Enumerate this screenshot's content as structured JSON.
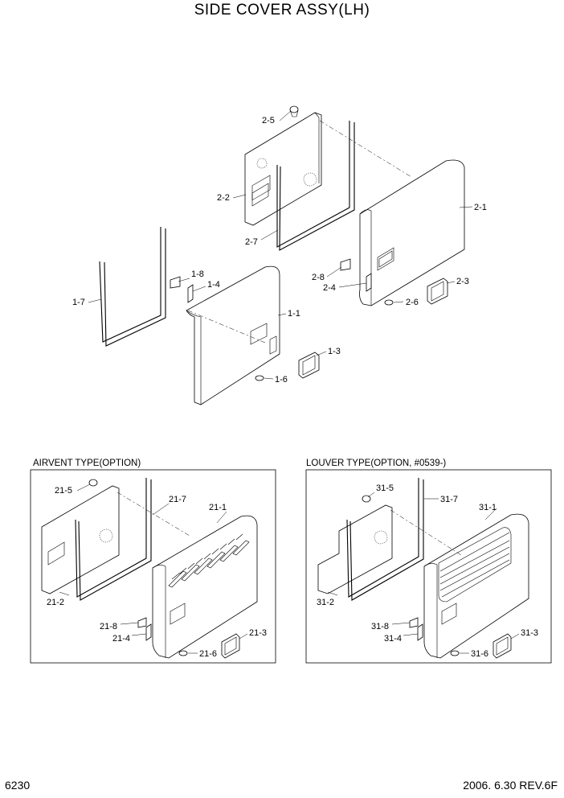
{
  "title": "SIDE COVER ASSY(LH)",
  "footer": {
    "page_code": "6230",
    "revision": "2006. 6.30  REV.6F"
  },
  "airvent": {
    "caption": "AIRVENT TYPE(OPTION)",
    "labels": {
      "p21_5": "21-5",
      "p21_7": "21-7",
      "p21_1": "21-1",
      "p21_2": "21-2",
      "p21_8": "21-8",
      "p21_4": "21-4",
      "p21_3": "21-3",
      "p21_6": "21-6"
    }
  },
  "louver": {
    "caption": "LOUVER TYPE(OPTION, #0539-)",
    "labels": {
      "p31_5": "31-5",
      "p31_7": "31-7",
      "p31_1": "31-1",
      "p31_2": "31-2",
      "p31_8": "31-8",
      "p31_4": "31-4",
      "p31_3": "31-3",
      "p31_6": "31-6"
    }
  },
  "main": {
    "labels": {
      "p2_5": "2-5",
      "p2_2": "2-2",
      "p2_7": "2-7",
      "p2_1": "2-1",
      "p2_8": "2-8",
      "p2_4": "2-4",
      "p2_3": "2-3",
      "p2_6": "2-6",
      "p1_7": "1-7",
      "p1_8": "1-8",
      "p1_4": "1-4",
      "p1_1": "1-1",
      "p1_3": "1-3",
      "p1_6": "1-6"
    }
  }
}
